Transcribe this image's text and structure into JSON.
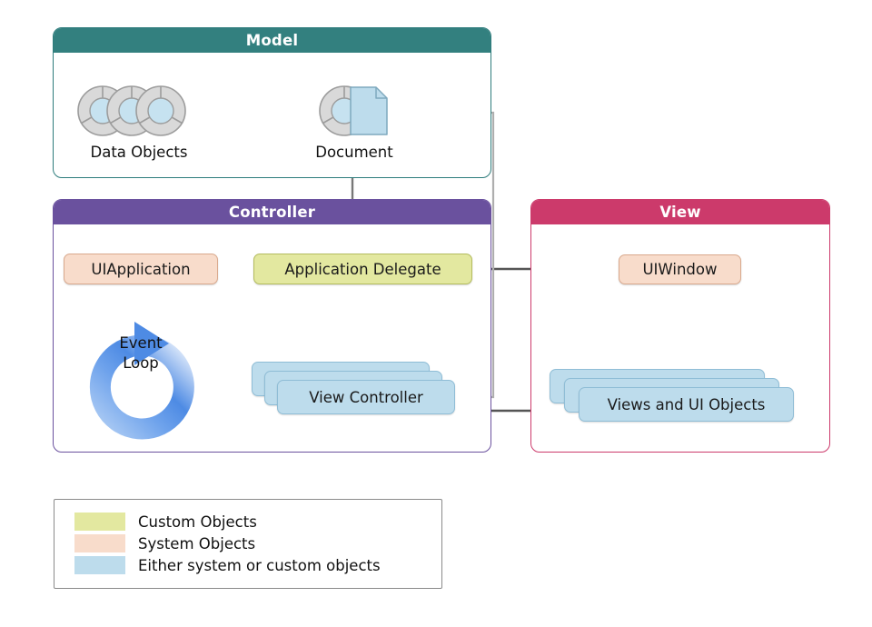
{
  "diagram": {
    "title": "Model-View-Controller architecture (UIKit)",
    "groups": [
      {
        "id": "model",
        "label": "Model",
        "header_color": "#33807F",
        "border_color": "#2E7C7C"
      },
      {
        "id": "controller",
        "label": "Controller",
        "header_color": "#6A519E",
        "border_color": "#6A519E"
      },
      {
        "id": "view",
        "label": "View",
        "header_color": "#CC3A6B",
        "border_color": "#CC3A6B"
      }
    ],
    "model": {
      "nodes": [
        {
          "id": "data-objects",
          "label": "Data Objects",
          "icon": "stacked-discs-icon"
        },
        {
          "id": "document",
          "label": "Document",
          "icon": "disc-with-page-icon"
        }
      ]
    },
    "controller": {
      "nodes": [
        {
          "id": "uiapplication",
          "label": "UIApplication",
          "kind": "system"
        },
        {
          "id": "application-delegate",
          "label": "Application Delegate",
          "kind": "custom"
        },
        {
          "id": "event-loop",
          "label_line1": "Event",
          "label_line2": "Loop",
          "icon": "circular-arrow-icon"
        },
        {
          "id": "view-controller",
          "label": "View Controller",
          "kind": "either",
          "stacked": true
        }
      ]
    },
    "view": {
      "nodes": [
        {
          "id": "uiwindow",
          "label": "UIWindow",
          "kind": "system"
        },
        {
          "id": "views-and-ui-objects",
          "label": "Views and UI Objects",
          "kind": "either",
          "stacked": true
        }
      ]
    },
    "legend": {
      "items": [
        {
          "label": "Custom Objects",
          "color": "#E3E8A0"
        },
        {
          "label": "System Objects",
          "color": "#F8DCCB"
        },
        {
          "label": "Either system or custom objects",
          "color": "#BDDCEC"
        }
      ]
    },
    "connections": [
      {
        "from": "data-objects",
        "to": "document",
        "style": "double-arrow",
        "color": "#555555"
      },
      {
        "from": "document",
        "to": "application-delegate",
        "style": "double-arrow",
        "color": "#777777"
      },
      {
        "from": "uiapplication",
        "to": "application-delegate",
        "style": "arrow",
        "color": "#555555"
      },
      {
        "from": "uiapplication",
        "to": "event-loop",
        "style": "arrow",
        "color": "#555555"
      },
      {
        "from": "application-delegate",
        "to": "view-controller",
        "style": "dashed-arrow",
        "color": "#777777"
      },
      {
        "from": "application-delegate",
        "to": "uiwindow",
        "style": "arrow",
        "color": "#555555"
      },
      {
        "from": "uiwindow",
        "to": "views-and-ui-objects",
        "style": "double-arrow",
        "color": "#777777"
      },
      {
        "from": "view-controller",
        "to": "views-and-ui-objects",
        "style": "double-arrow",
        "color": "#555555"
      },
      {
        "from": "views-and-ui-objects",
        "to": "document",
        "style": "arrow-elbow",
        "color": "#AAAAAA"
      }
    ],
    "palette": {
      "system_objects": "#F8DCCB",
      "custom_objects": "#E3E8A0",
      "either_objects": "#BDDCEC",
      "event_loop_blue": "#5B95E8",
      "icon_grey": "#D6D6D6",
      "icon_blue": "#BFDDEC"
    }
  }
}
